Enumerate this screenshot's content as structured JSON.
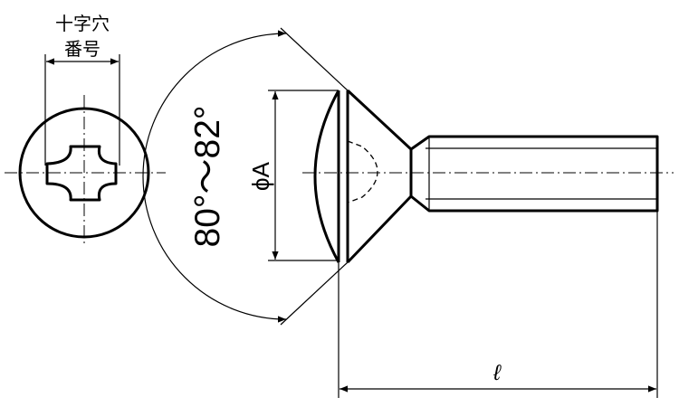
{
  "labels": {
    "recess_line1": "十字穴",
    "recess_line2": "番号",
    "angle": "80°～82°",
    "head_diameter": "ϕA",
    "length": "ℓ"
  }
}
